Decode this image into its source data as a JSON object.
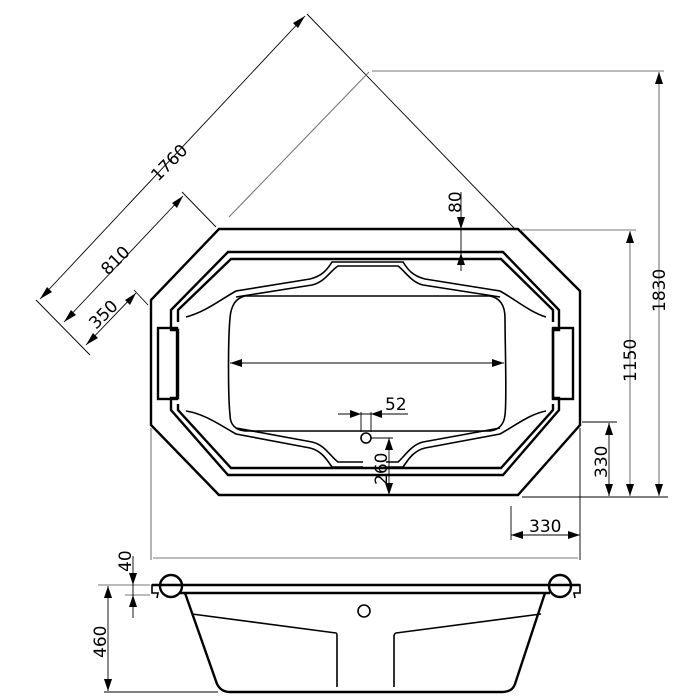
{
  "drawing": {
    "title": "Corner-cut octagonal bathtub technical drawing",
    "views": [
      "plan-view",
      "side-view"
    ],
    "colors": {
      "line": "#000000",
      "extension_line": "#777777",
      "background": "#ffffff"
    }
  },
  "dimensions": {
    "diag_total": "1760",
    "diag_mid": "810",
    "diag_short": "350",
    "rim_width": "80",
    "overall_height": "1830",
    "body_height": "1150",
    "corner_vertical": "330",
    "corner_horizontal": "330",
    "drain_diameter": "52",
    "drain_offset": "260",
    "rim_thickness": "40",
    "tub_depth": "460"
  }
}
